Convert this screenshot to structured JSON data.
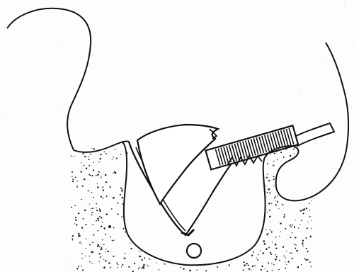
{
  "figure": {
    "style": "black line drawing with stippled shading",
    "colors": {
      "background": "#fdfdfd",
      "ink": "#111111",
      "stipple": "#1a1a1a",
      "paper_speckle": "#c8c8c8"
    },
    "parts": [
      "outer-soft-tissue-outline",
      "stippled-bone-region",
      "v-shaped-socket",
      "tooth-crown-flap",
      "serrated-instrument",
      "round-canal-opening",
      "right-gum-lobe"
    ]
  }
}
